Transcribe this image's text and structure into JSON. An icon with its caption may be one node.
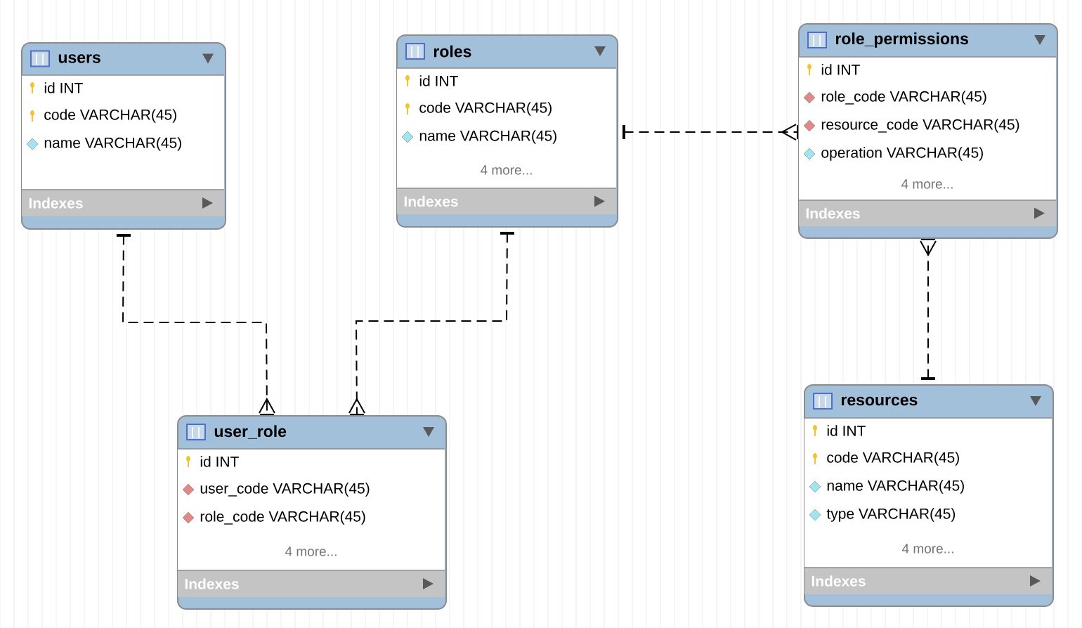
{
  "diagram": {
    "nodes": [
      {
        "text": [
          "users",
          "id INT",
          "code VARCHAR(45)",
          "name VARCHAR(45)",
          "Indexes"
        ]
      },
      {
        "text": [
          "roles",
          "id INT",
          "code VARCHAR(45)",
          "name VARCHAR(45)",
          "4 more...",
          "Indexes"
        ]
      },
      {
        "text": [
          "role_permissions",
          "id INT",
          "role_code VARCHAR(45)",
          "resource_code VARCHAR(45)",
          "operation VARCHAR(45)",
          "4 more...",
          "Indexes"
        ]
      },
      {
        "text": [
          "user_role",
          "id INT",
          "user_code VARCHAR(45)",
          "role_code VARCHAR(45)",
          "4 more...",
          "Indexes"
        ]
      },
      {
        "text": [
          "resources",
          "id INT",
          "code VARCHAR(45)",
          "name VARCHAR(45)",
          "type VARCHAR(45)",
          "4 more...",
          "Indexes"
        ]
      }
    ],
    "edges": [
      {
        "from": 0,
        "to": 3,
        "arrow": "other",
        "style": "dashed"
      },
      {
        "from": 1,
        "to": 3,
        "arrow": "other",
        "style": "dashed"
      },
      {
        "from": 1,
        "to": 2,
        "arrow": "other",
        "style": "dashed"
      },
      {
        "from": 4,
        "to": 2,
        "arrow": "other",
        "style": "dashed"
      }
    ]
  }
}
